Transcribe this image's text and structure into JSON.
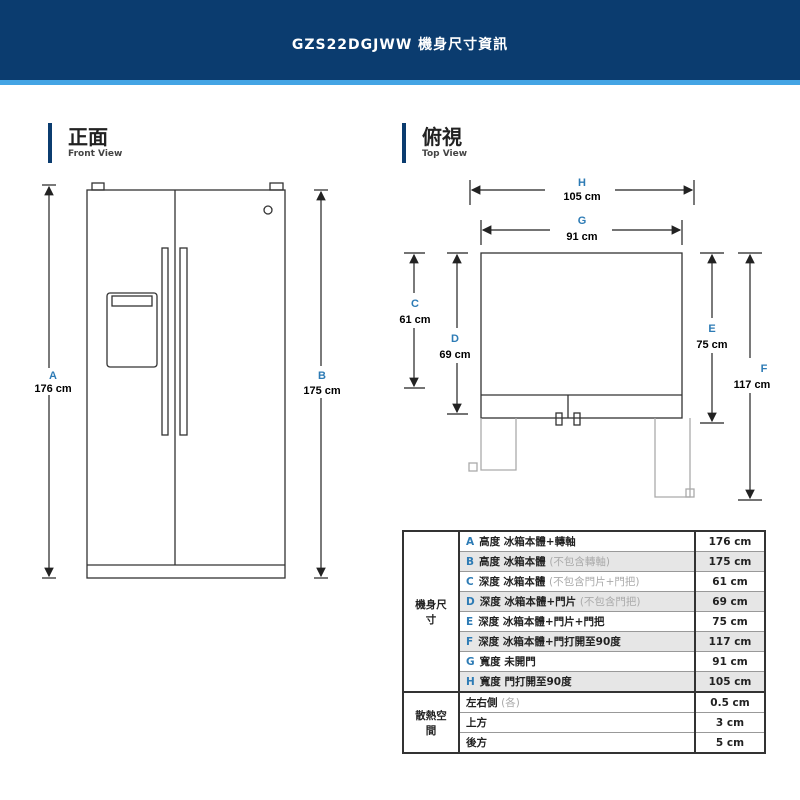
{
  "header": {
    "title": "GZS22DGJWW 機身尺寸資訊"
  },
  "front": {
    "title_zh": "正面",
    "title_en": "Front View",
    "A": {
      "letter": "A",
      "value": "176 cm"
    },
    "B": {
      "letter": "B",
      "value": "175 cm"
    }
  },
  "top": {
    "title_zh": "俯視",
    "title_en": "Top View",
    "H": {
      "letter": "H",
      "value": "105 cm"
    },
    "G": {
      "letter": "G",
      "value": "91 cm"
    },
    "C": {
      "letter": "C",
      "value": "61 cm"
    },
    "D": {
      "letter": "D",
      "value": "69 cm"
    },
    "E": {
      "letter": "E",
      "value": "75 cm"
    },
    "F": {
      "letter": "F",
      "value": "117 cm"
    }
  },
  "table": {
    "group1": "機身尺寸",
    "group2": "散熱空間",
    "rows": [
      {
        "letter": "A",
        "desc": "高度 冰箱本體+轉軸",
        "note": "",
        "value": "176 cm"
      },
      {
        "letter": "B",
        "desc": "高度 冰箱本體",
        "note": "(不包含轉軸)",
        "value": "175 cm"
      },
      {
        "letter": "C",
        "desc": "深度 冰箱本體",
        "note": "(不包含門片+門把)",
        "value": "61 cm"
      },
      {
        "letter": "D",
        "desc": "深度 冰箱本體+門片",
        "note": "(不包含門把)",
        "value": "69 cm"
      },
      {
        "letter": "E",
        "desc": "深度 冰箱本體+門片+門把",
        "note": "",
        "value": "75 cm"
      },
      {
        "letter": "F",
        "desc": "深度 冰箱本體+門打開至90度",
        "note": "",
        "value": "117 cm"
      },
      {
        "letter": "G",
        "desc": "寬度 未開門",
        "note": "",
        "value": "91 cm"
      },
      {
        "letter": "H",
        "desc": "寬度 門打開至90度",
        "note": "",
        "value": "105 cm"
      }
    ],
    "clearance": [
      {
        "desc": "左右側",
        "note": "(各)",
        "value": "0.5 cm"
      },
      {
        "desc": "上方",
        "note": "",
        "value": "3 cm"
      },
      {
        "desc": "後方",
        "note": "",
        "value": "5 cm"
      }
    ]
  }
}
